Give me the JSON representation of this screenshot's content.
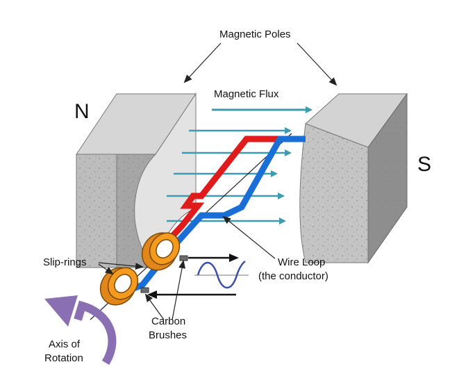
{
  "labels": {
    "magnetic_poles": "Magnetic Poles",
    "magnetic_flux": "Magnetic Flux",
    "north": "N",
    "south": "S",
    "slip_rings": "Slip-rings",
    "wire_loop_line1": "Wire Loop",
    "wire_loop_line2": "(the conductor)",
    "carbon_line1": "Carbon",
    "carbon_line2": "Brushes",
    "axis_line1": "Axis of",
    "axis_line2": "Rotation"
  },
  "colors": {
    "flux_arrow": "#3d9bb0",
    "wire_red": "#e01b1b",
    "wire_blue": "#1a6fd6",
    "slip_ring": "#f39a1f",
    "magnet_face": "#c9c9c9",
    "magnet_side": "#9c9c9c",
    "rotation_arrow": "#8a6fb3",
    "sine_wave": "#3a4fa8"
  }
}
